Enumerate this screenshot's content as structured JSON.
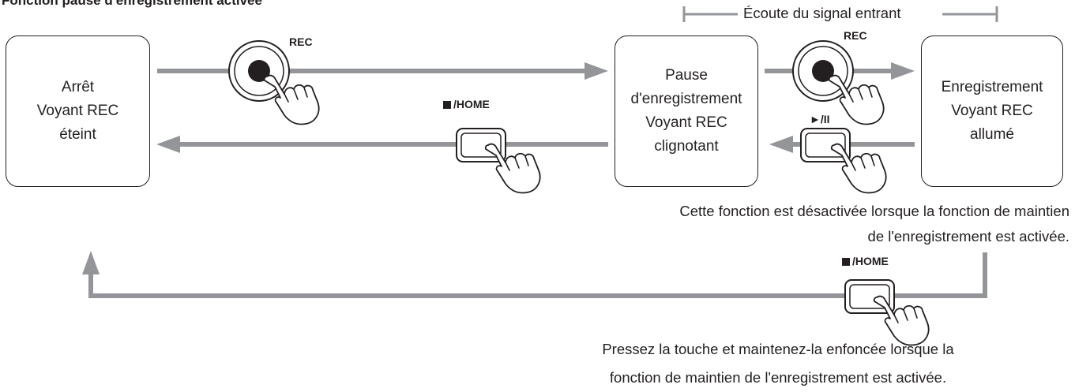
{
  "title": "Fonction pause d'enregistrement activée",
  "colors": {
    "arrow": "#939598",
    "ink": "#231f20",
    "background": "#ffffff"
  },
  "states": {
    "stop": [
      "Arrêt",
      "Voyant REC",
      "éteint"
    ],
    "pause": [
      "Pause",
      "d'enregistrement",
      "Voyant REC",
      "clignotant"
    ],
    "recording": [
      "Enregistrement",
      "Voyant REC",
      "allumé"
    ]
  },
  "buttons": {
    "rec_1": "REC",
    "rec_2": "REC",
    "home_1": "/HOME",
    "play_pause": "►/II",
    "home_2": "/HOME"
  },
  "icons": [
    "round-record-button-icon",
    "square-button-icon",
    "pointing-hand-icon",
    "stop-square-icon"
  ],
  "monitoring_label": "Écoute du signal entrant",
  "note_disabled": [
    "Cette fonction est désactivée lorsque la fonction de maintien",
    "de l'enregistrement est activée."
  ],
  "note_hold": [
    "Pressez la touche et maintenez-la enfoncée lorsque la",
    "fonction de maintien de l'enregistrement est activée."
  ]
}
